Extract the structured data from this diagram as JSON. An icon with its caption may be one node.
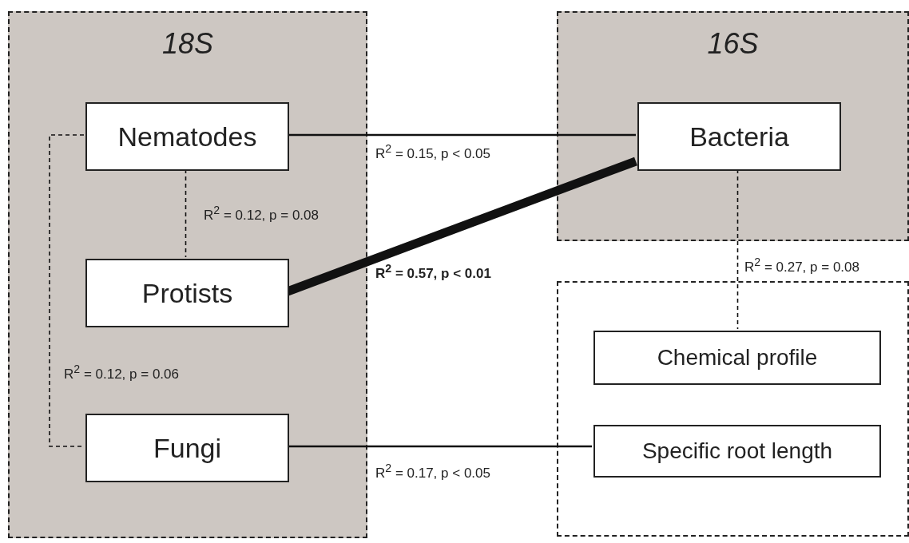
{
  "diagram": {
    "nodes": [
      {
        "text": [
          "18S"
        ]
      },
      {
        "text": [
          "Nematodes"
        ],
        "in": 0
      },
      {
        "text": [
          "Protists"
        ],
        "in": 0
      },
      {
        "text": [
          "Fungi"
        ],
        "in": 0
      },
      {
        "text": [
          "16S"
        ]
      },
      {
        "text": [
          "Bacteria"
        ],
        "in": 4
      },
      {
        "text": [],
        "shape": "box"
      },
      {
        "text": [
          "Chemical profile"
        ],
        "in": 6
      },
      {
        "text": [
          "Specific root length"
        ],
        "in": 6
      }
    ],
    "edges": [
      {
        "from": 1,
        "to": 5,
        "arrow": "none",
        "label": "R$^{2}$ = 0.15, p < 0.05"
      },
      {
        "from": 1,
        "to": 2,
        "arrow": "none",
        "label": "R$^{2}$ = 0.12, p = 0.08",
        "style": "dashed"
      },
      {
        "from": 2,
        "to": 5,
        "arrow": "none",
        "label": "R$^{2}$ = 0.57, p < 0.01",
        "style": "thick"
      },
      {
        "from": 1,
        "to": 3,
        "arrow": "none",
        "label": "R$^{2}$ = 0.12, p = 0.06",
        "style": "dashed"
      },
      {
        "from": 5,
        "to": 7,
        "arrow": "none",
        "label": "R$^{2}$ = 0.27, p = 0.08",
        "style": "dashed"
      },
      {
        "from": 3,
        "to": 8,
        "arrow": "none",
        "label": "R$^{2}$ = 0.17, p < 0.05"
      }
    ]
  }
}
